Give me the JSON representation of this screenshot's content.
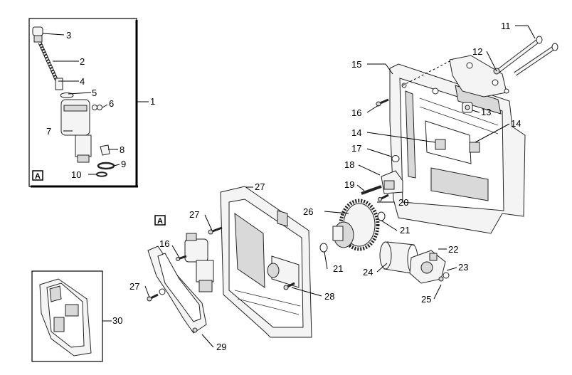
{
  "diagram": {
    "callouts": [
      "1",
      "2",
      "3",
      "4",
      "5",
      "6",
      "7",
      "8",
      "9",
      "10",
      "11",
      "12",
      "13",
      "14",
      "14",
      "15",
      "16",
      "16",
      "17",
      "18",
      "19",
      "20",
      "21",
      "21",
      "22",
      "23",
      "24",
      "25",
      "26",
      "27",
      "27",
      "27",
      "28",
      "29",
      "30"
    ],
    "view_tag": "A"
  }
}
